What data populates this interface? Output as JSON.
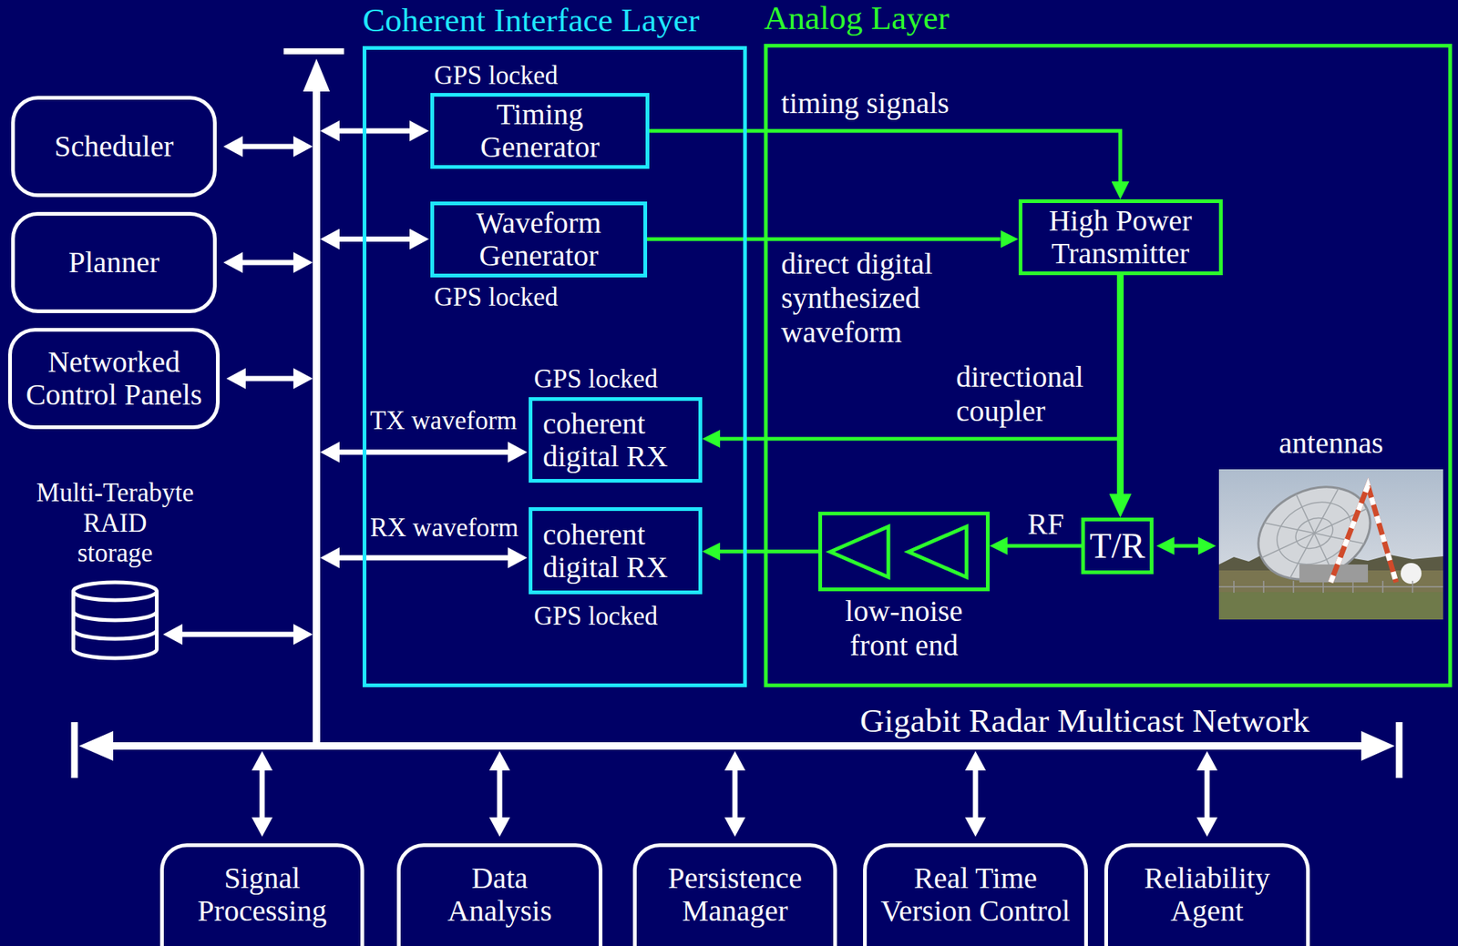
{
  "diagram": {
    "nodes": [
      {
        "text": [
          "Scheduler"
        ]
      },
      {
        "text": [
          "Planner"
        ]
      },
      {
        "text": [
          "Networked Control Panels"
        ]
      },
      {
        "text": [
          "Multi-Terabyte RAID storage"
        ]
      },
      {
        "text": [
          "Coherent Interface Layer"
        ]
      },
      {
        "text": [
          "GPS locked",
          "Timing Generator"
        ],
        "in": 4
      },
      {
        "text": [
          "Waveform Generator",
          "GPS locked"
        ],
        "in": 4
      },
      {
        "text": [
          "GPS locked",
          "coherent digital RX"
        ],
        "in": 4
      },
      {
        "text": [
          "coherent digital RX",
          "GPS locked"
        ],
        "in": 4
      },
      {
        "text": [
          "Analog Layer"
        ]
      },
      {
        "text": [
          "High Power Transmitter"
        ],
        "in": 9
      },
      {
        "text": [
          "T/R"
        ],
        "in": 9
      },
      {
        "text": [
          "low-noise front end"
        ],
        "in": 9
      },
      {
        "text": [
          "antennas"
        ],
        "in": 9
      },
      {
        "text": [
          "Gigabit Radar Multicast Network"
        ]
      },
      {
        "text": [
          "Signal Processing"
        ]
      },
      {
        "text": [
          "Data Analysis"
        ]
      },
      {
        "text": [
          "Persistence Manager"
        ]
      },
      {
        "text": [
          "Real Time Version Control"
        ]
      },
      {
        "text": [
          "Reliability Agent"
        ]
      }
    ],
    "edges": [
      {
        "from": 0,
        "to": 14,
        "arrow": "both"
      },
      {
        "from": 1,
        "to": 14,
        "arrow": "both"
      },
      {
        "from": 2,
        "to": 14,
        "arrow": "both"
      },
      {
        "from": 3,
        "to": 14,
        "arrow": "both"
      },
      {
        "from": 14,
        "to": 5,
        "arrow": "both"
      },
      {
        "from": 14,
        "to": 6,
        "arrow": "both"
      },
      {
        "from": 14,
        "to": 7,
        "label": "TX waveform",
        "arrow": "both"
      },
      {
        "from": 14,
        "to": 8,
        "label": "RX waveform",
        "arrow": "both"
      },
      {
        "from": 5,
        "to": 10,
        "label": "timing signals",
        "arrow": "to"
      },
      {
        "from": 6,
        "to": 10,
        "label": "direct digital synthesized waveform",
        "arrow": "to"
      },
      {
        "from": 10,
        "to": 11,
        "arrow": "to"
      },
      {
        "from": 10,
        "to": 7,
        "label": "directional coupler",
        "arrow": "to"
      },
      {
        "from": 11,
        "to": 13,
        "arrow": "both"
      },
      {
        "from": 11,
        "to": 12,
        "label": "RF",
        "arrow": "to"
      },
      {
        "from": 12,
        "to": 8,
        "arrow": "to"
      },
      {
        "from": 15,
        "to": 14,
        "arrow": "both"
      },
      {
        "from": 16,
        "to": 14,
        "arrow": "both"
      },
      {
        "from": 17,
        "to": 14,
        "arrow": "both"
      },
      {
        "from": 18,
        "to": 14,
        "arrow": "both"
      },
      {
        "from": 19,
        "to": 14,
        "arrow": "both"
      }
    ]
  }
}
